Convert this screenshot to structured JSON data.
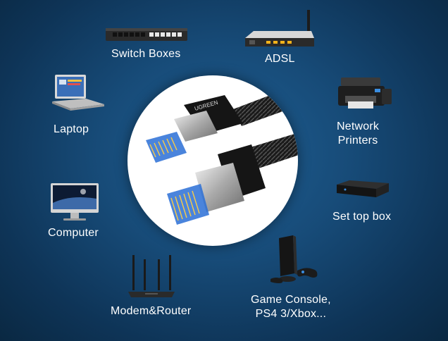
{
  "labels": {
    "switch_boxes": "Switch Boxes",
    "adsl": "ADSL",
    "laptop": "Laptop",
    "network_printers_line1": "Network",
    "network_printers_line2": "Printers",
    "computer": "Computer",
    "set_top_box": "Set top box",
    "modem_router": "Modem&Router",
    "game_console_line1": "Game Console,",
    "game_console_line2": "PS4 3/Xbox..."
  },
  "cable": {
    "brand_text": "UGREEN"
  },
  "colors": {
    "background": "#174b78",
    "connector_blue": "#2a6fd6",
    "cable_black": "#1a1a1a"
  }
}
